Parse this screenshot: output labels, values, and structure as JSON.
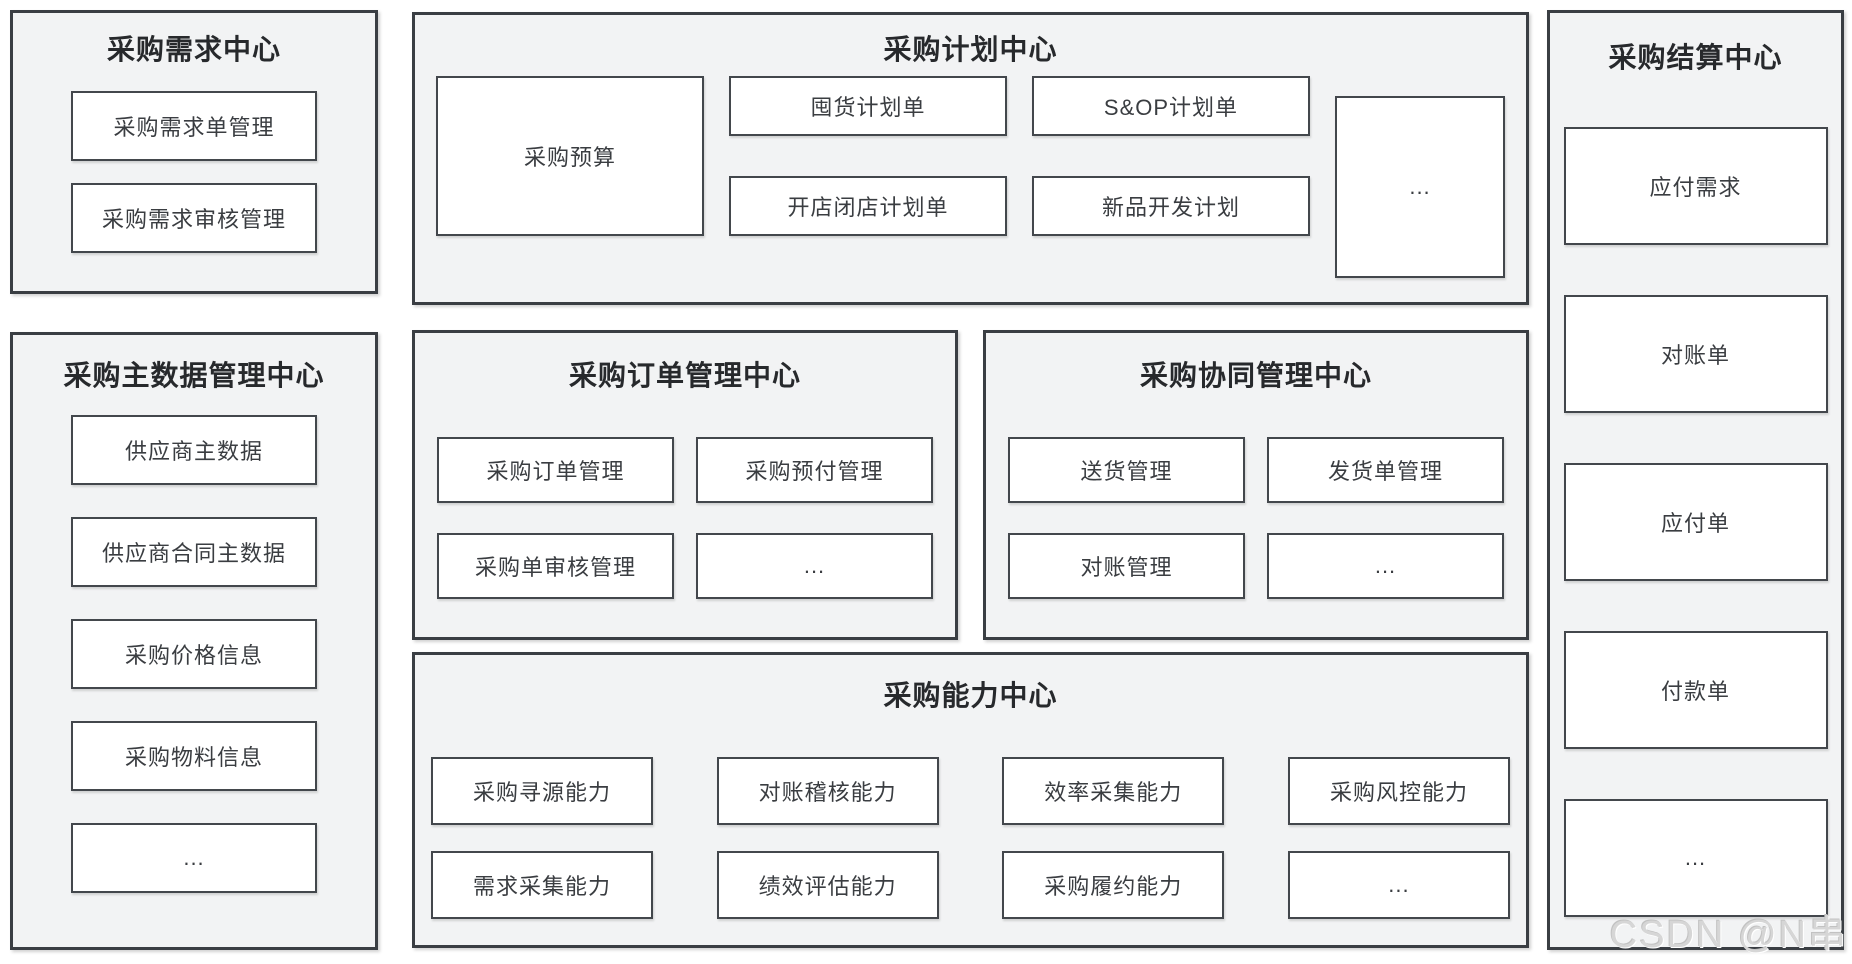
{
  "diagram": {
    "watermark": "CSDN @N串",
    "colors": {
      "page_bg": "#ffffff",
      "panel_bg": "#f2f3f4",
      "panel_border": "#3a3e43",
      "box_bg": "#ffffff",
      "box_border": "#43474c",
      "title_text": "#27292c",
      "label_text": "#3a3d41",
      "watermark_text": "#d6d6d6"
    },
    "panels": {
      "demand": {
        "title": "采购需求中心",
        "items": [
          "采购需求单管理",
          "采购需求审核管理"
        ]
      },
      "master_data": {
        "title": "采购主数据管理中心",
        "items": [
          "供应商主数据",
          "供应商合同主数据",
          "采购价格信息",
          "采购物料信息",
          "..."
        ]
      },
      "plan": {
        "title": "采购计划中心",
        "budget": "采购预算",
        "col1": [
          "囤货计划单",
          "开店闭店计划单"
        ],
        "col2": [
          "S&OP计划单",
          "新品开发计划"
        ],
        "more": "..."
      },
      "order": {
        "title": "采购订单管理中心",
        "items": [
          "采购订单管理",
          "采购预付管理",
          "采购单审核管理",
          "..."
        ]
      },
      "collaboration": {
        "title": "采购协同管理中心",
        "items": [
          "送货管理",
          "发货单管理",
          "对账管理",
          "..."
        ]
      },
      "capability": {
        "title": "采购能力中心",
        "items": [
          "采购寻源能力",
          "对账稽核能力",
          "效率采集能力",
          "采购风控能力",
          "需求采集能力",
          "绩效评估能力",
          "采购履约能力",
          "..."
        ]
      },
      "settlement": {
        "title": "采购结算中心",
        "items": [
          "应付需求",
          "对账单",
          "应付单",
          "付款单",
          "..."
        ]
      }
    }
  }
}
